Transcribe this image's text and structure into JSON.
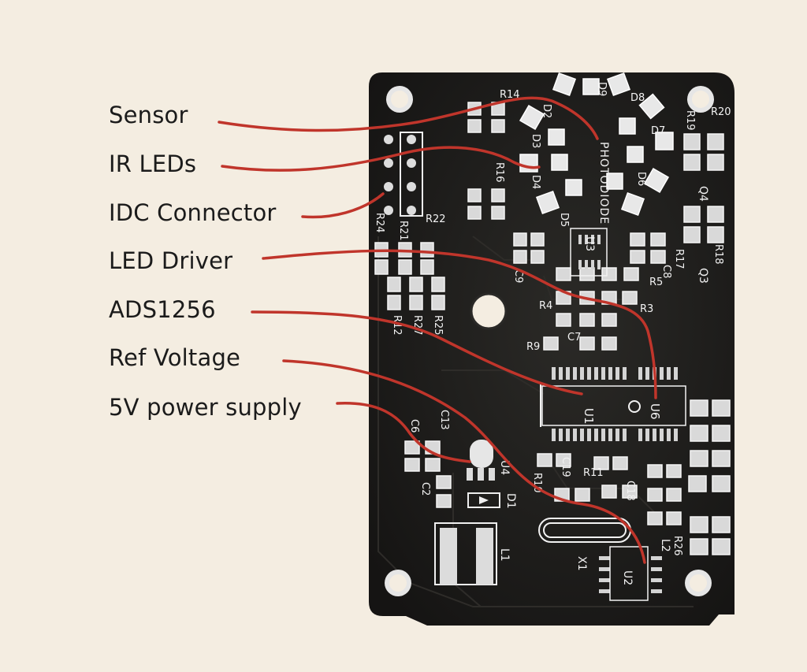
{
  "labels": {
    "sensor": "Sensor",
    "ir_leds": "IR LEDs",
    "idc_connector": "IDC Connector",
    "led_driver": "LED Driver",
    "adc": "ADS1256",
    "ref_voltage": "Ref Voltage",
    "power_supply": "5V power supply"
  },
  "silkscreen": {
    "photodiode": "PHOTODIODE",
    "u1": "U1",
    "u2": "U2",
    "u3": "U3",
    "u4": "U4",
    "u6": "U6",
    "l1": "L1",
    "l2": "L2",
    "x1": "X1",
    "d1": "D1",
    "q3": "Q3",
    "q4": "Q4",
    "leds": [
      "D2",
      "D3",
      "D4",
      "D5",
      "D6",
      "D7",
      "D8",
      "D9"
    ],
    "resistors": [
      "R3",
      "R4",
      "R5",
      "R9",
      "R10",
      "R11",
      "R12",
      "R14",
      "R16",
      "R17",
      "R18",
      "R19",
      "R20",
      "R21",
      "R22",
      "R24",
      "R25",
      "R26",
      "R27"
    ],
    "capacitors": [
      "C2",
      "C6",
      "C7",
      "C8",
      "C9",
      "C13",
      "C18",
      "C19"
    ]
  },
  "colors": {
    "background": "#f4ede1",
    "board": "#1e1d1b",
    "silk": "#f2f2f2",
    "callout": "#c0352b",
    "label_text": "#1b1b1b"
  }
}
